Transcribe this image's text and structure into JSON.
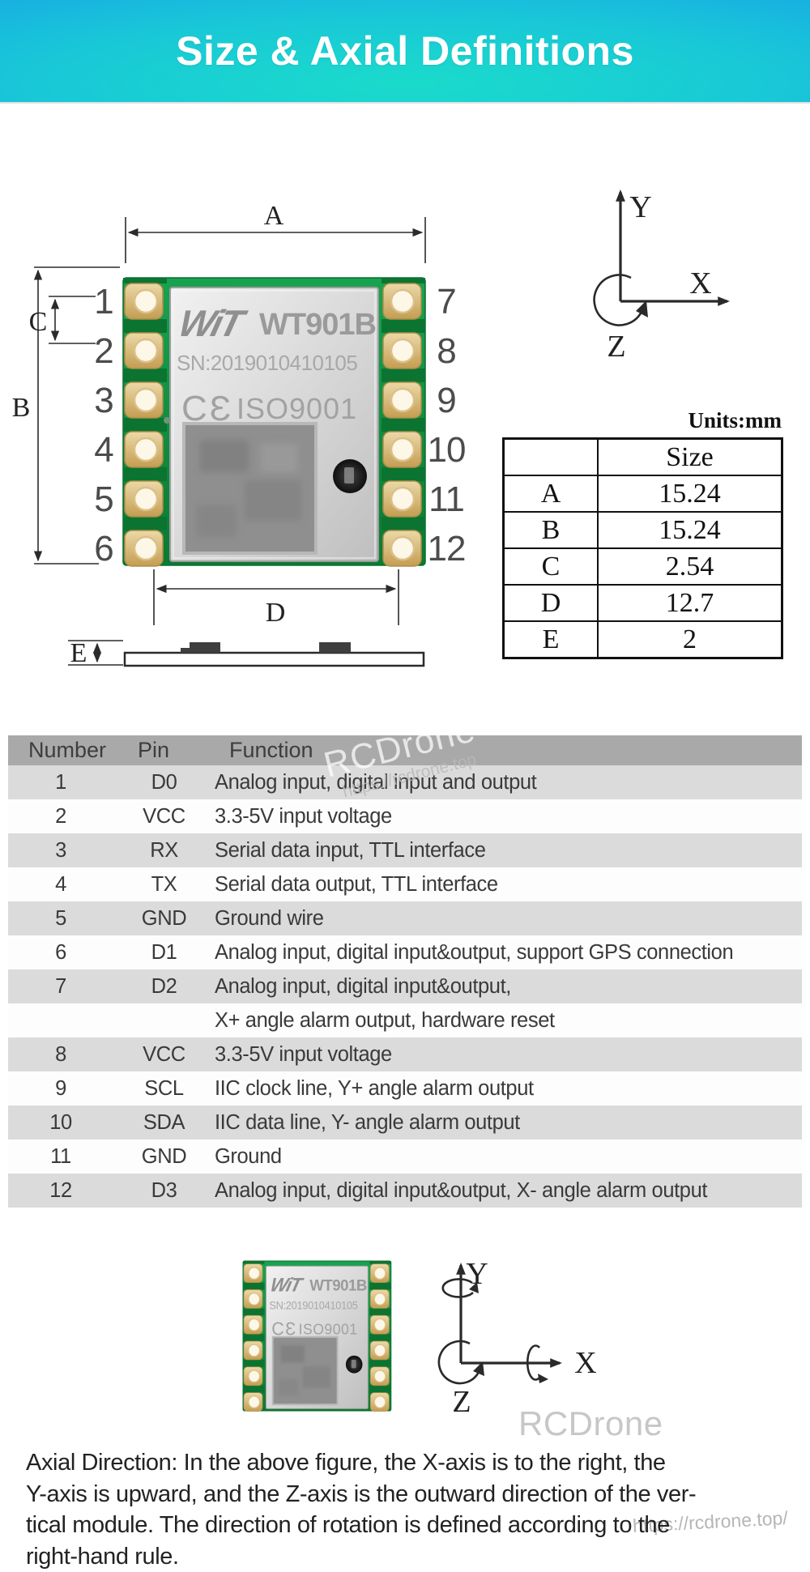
{
  "banner": {
    "title": "Size & Axial Definitions"
  },
  "module": {
    "brand": "WiT",
    "model": "WT901B",
    "serial": "SN:2019010410105",
    "ce_mark": "CƐ",
    "iso": "ISO9001"
  },
  "figure": {
    "dim_labels": {
      "a": "A",
      "b": "B",
      "c": "C",
      "d": "D",
      "e": "E"
    },
    "pins_left": [
      "1",
      "2",
      "3",
      "4",
      "5",
      "6"
    ],
    "pins_right": [
      "7",
      "8",
      "9",
      "10",
      "11",
      "12"
    ],
    "axis": {
      "x": "X",
      "y": "Y",
      "z": "Z"
    }
  },
  "size_table": {
    "units_label": "Units:mm",
    "value_header": "Size",
    "rows": [
      {
        "label": "A",
        "value": "15.24"
      },
      {
        "label": "B",
        "value": "15.24"
      },
      {
        "label": "C",
        "value": "2.54"
      },
      {
        "label": "D",
        "value": "12.7"
      },
      {
        "label": "E",
        "value": "2"
      }
    ]
  },
  "pin_table": {
    "headers": [
      "Number",
      "Pin",
      "Function"
    ],
    "rows": [
      {
        "number": "1",
        "pin": "D0",
        "function": "Analog input, digital input and output"
      },
      {
        "number": "2",
        "pin": "VCC",
        "function": "3.3-5V input voltage"
      },
      {
        "number": "3",
        "pin": "RX",
        "function": "Serial data input, TTL interface"
      },
      {
        "number": "4",
        "pin": "TX",
        "function": "Serial data output, TTL interface"
      },
      {
        "number": "5",
        "pin": "GND",
        "function": "Ground wire"
      },
      {
        "number": "6",
        "pin": "D1",
        "function": "Analog input, digital input&output, support GPS connection"
      },
      {
        "number": "7",
        "pin": "D2",
        "function": "Analog input, digital input&output,"
      },
      {
        "number": "",
        "pin": "",
        "function": "X+ angle alarm output, hardware reset"
      },
      {
        "number": "8",
        "pin": "VCC",
        "function": "3.3-5V input voltage"
      },
      {
        "number": "9",
        "pin": "SCL",
        "function": "IIC clock line, Y+ angle alarm output"
      },
      {
        "number": "10",
        "pin": "SDA",
        "function": "IIC data line, Y- angle alarm output"
      },
      {
        "number": "11",
        "pin": "GND",
        "function": "Ground"
      },
      {
        "number": "12",
        "pin": "D3",
        "function": "Analog input, digital input&output, X- angle alarm output"
      }
    ]
  },
  "watermarks": {
    "brand": "RCDrone",
    "url": "https://rcdrone.top",
    "footer_url": "https://rcdrone.top/"
  },
  "footer": {
    "lines": [
      "Axial Direction: In the above figure, the X-axis is to the right, the",
      "Y-axis is upward, and the Z-axis is the outward direction of the ver-",
      "tical module. The direction of rotation is defined according to the",
      "right-hand rule."
    ]
  },
  "colors": {
    "banner_teal": "#1adbcb",
    "banner_blue": "#17a0e8",
    "table_header": "#a9a9a9",
    "table_stripe": "#dbdbdb",
    "pcb_green": "#18a350",
    "pad_gold": "#d8b97c"
  }
}
